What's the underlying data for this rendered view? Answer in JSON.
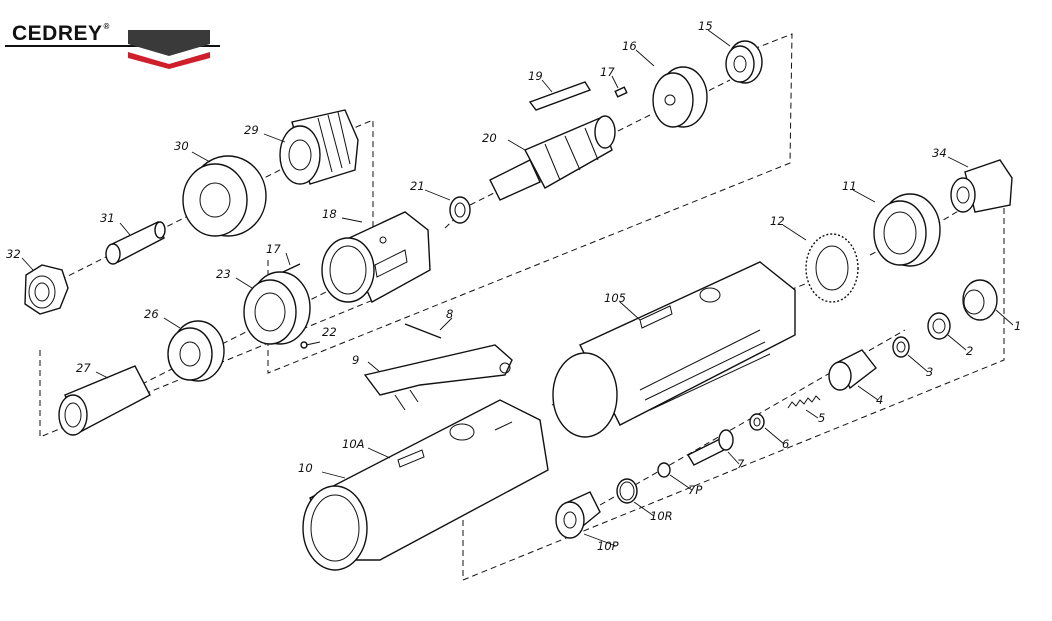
{
  "brand": {
    "name": "CEDREY",
    "registered_mark": "®",
    "colors": {
      "bar": "#3a3a3a",
      "accent": "#d01e2a"
    }
  },
  "labels": {
    "p1": "1",
    "p2": "2",
    "p3": "3",
    "p4": "4",
    "p5": "5",
    "p6": "6",
    "p7": "7",
    "p7p": "7P",
    "p8": "8",
    "p9": "9",
    "p10": "10",
    "p10a": "10A",
    "p10r": "10R",
    "p10p": "10P",
    "p105": "105",
    "p11": "11",
    "p12": "12",
    "p15": "15",
    "p16": "16",
    "p17a": "17",
    "p17b": "17",
    "p18": "18",
    "p19": "19",
    "p20": "20",
    "p21": "21",
    "p22": "22",
    "p23": "23",
    "p26": "26",
    "p27": "27",
    "p29": "29",
    "p30": "30",
    "p31": "31",
    "p32": "32",
    "p34": "34"
  }
}
